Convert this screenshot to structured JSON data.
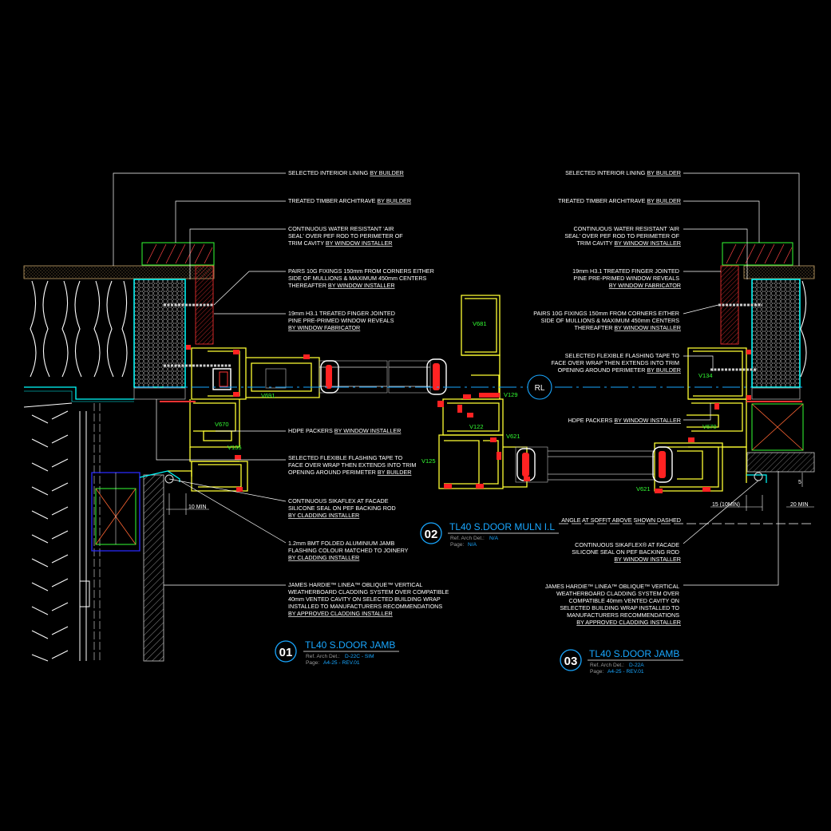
{
  "colors": {
    "background": "#000000",
    "frame": "#ffff33",
    "timber": "#ff3333",
    "insulation": "#00ffff",
    "labels": "#33ff33",
    "titles": "#19a7ff",
    "notes": "#ffffff",
    "gaskets": "#ff2222"
  },
  "detail01": {
    "notes": [
      {
        "text": "SELECTED INTERIOR LINING",
        "u": "BY BUILDER"
      },
      {
        "text": "TREATED TIMBER ARCHITRAVE",
        "u": "BY BUILDER"
      },
      {
        "l1": "CONTINUOUS WATER RESISTANT 'AIR",
        "l2": "SEAL' OVER PEF ROD TO PERIMETER OF",
        "l3": "TRIM CAVITY",
        "u": "BY WINDOW INSTALLER"
      },
      {
        "l1": "PAIRS 10G FIXINGS 150mm FROM CORNERS EITHER",
        "l2": "SIDE OF MULLIONS & MAXIMUM 450mm CENTERS",
        "l3": "THEREAFTER",
        "u": "BY WINDOW INSTALLER"
      },
      {
        "l1": "19mm H3.1 TREATED FINGER JOINTED",
        "l2": "PINE PRE-PRIMED WINDOW REVEALS",
        "u": "BY WINDOW FABRICATOR"
      },
      {
        "text": "HDPE PACKERS",
        "u": "BY WINDOW INSTALLER"
      },
      {
        "l1": "SELECTED FLEXIBLE FLASHING TAPE TO",
        "l2": "FACE OVER WRAP THEN EXTENDS INTO TRIM",
        "l3": "OPENING AROUND PERIMETER",
        "u": "BY BUILDER"
      },
      {
        "l1": "CONTINUOUS SIKAFLEX AT FACADE",
        "l2": "SILICONE SEAL ON PEF BACKING ROD",
        "u": "BY CLADDING INSTALLER"
      },
      {
        "l1": "1.2mm BMT FOLDED ALUMINIUM JAMB",
        "l2": "FLASHING COLOUR MATCHED TO JOINERY",
        "u": "BY CLADDING INSTALLER"
      },
      {
        "l1": "JAMES HARDIE™ LINEA™ OBLIQUE™ VERTICAL",
        "l2": "WEATHERBOARD CLADDING SYSTEM OVER COMPATIBLE",
        "l3": "40mm VENTED CAVITY ON SELECTED BUILDING WRAP",
        "l4": "INSTALLED TO MANUFACTURERS RECOMMENDATIONS",
        "u": "BY APPROVED CLADDING INSTALLER"
      }
    ],
    "labels": {
      "v691": "V691",
      "v670": "V670",
      "v135": "V135"
    },
    "dim": "10 MIN",
    "number": "01",
    "title": "TL40 S.DOOR JAMB",
    "ref_label": "Ref. Arch Det.:",
    "ref_value": "D-22C - SIM",
    "page_label": "Page:",
    "page_value": "A4-25 - REV.01"
  },
  "detail02": {
    "labels": {
      "v681": "V681",
      "v129": "V129",
      "v122": "V122",
      "v621": "V621",
      "v125": "V125"
    },
    "rl": "RL",
    "number": "02",
    "title": "TL40 S.DOOR MULN I.L",
    "ref_label": "Ref. Arch Det.:",
    "ref_value": "N/A",
    "page_label": "Page:",
    "page_value": "N/A"
  },
  "detail03": {
    "notes": [
      {
        "text": "SELECTED INTERIOR LINING",
        "u": "BY BUILDER"
      },
      {
        "text": "TREATED TIMBER ARCHITRAVE",
        "u": "BY BUILDER"
      },
      {
        "l1": "CONTINUOUS WATER RESISTANT 'AIR",
        "l2": "SEAL' OVER PEF ROD TO PERIMETER OF",
        "l3": "TRIM CAVITY",
        "u": "BY WINDOW INSTALLER"
      },
      {
        "l1": "19mm H3.1 TREATED FINGER JOINTED",
        "l2": "PINE PRE-PRIMED WINDOW REVEALS",
        "u": "BY WINDOW FABRICATOR"
      },
      {
        "l1": "PAIRS 10G FIXINGS 150mm FROM CORNERS EITHER",
        "l2": "SIDE OF MULLIONS & MAXIMUM 450mm CENTERS",
        "l3": "THEREAFTER",
        "u": "BY WINDOW INSTALLER"
      },
      {
        "l1": "SELECTED FLEXIBLE FLASHING TAPE TO",
        "l2": "FACE OVER WRAP THEN EXTENDS INTO TRIM",
        "l3": "OPENING AROUND PERIMETER",
        "u": "BY BUILDER"
      },
      {
        "text": "HDPE PACKERS",
        "u": "BY WINDOW INSTALLER"
      },
      {
        "text": "ANGLE AT SOFFIT ABOVE SHOWN DASHED"
      },
      {
        "l1": "CONTINUOUS SIKAFLEX® AT FACADE",
        "l2": "SILICONE SEAL ON PEF BACKING ROD",
        "u": "BY WINDOW INSTALLER"
      },
      {
        "l1": "JAMES HARDIE™ LINEA™ OBLIQUE™ VERTICAL",
        "l2": "WEATHERBOARD CLADDING SYSTEM OVER",
        "l3": "COMPATIBLE 40mm VENTED CAVITY ON",
        "l4": "SELECTED BUILDING WRAP INSTALLED TO",
        "l5": "MANUFACTURERS RECOMMENDATIONS",
        "u": "BY APPROVED CLADDING INSTALLER"
      }
    ],
    "labels": {
      "v134": "V134",
      "v670": "V670",
      "v621": "V621"
    },
    "dim1": "15 (10MIN)",
    "dim2": "20 MIN",
    "dim3": "5",
    "number": "03",
    "title": "TL40 S.DOOR JAMB",
    "ref_label": "Ref. Arch Det.:",
    "ref_value": "D-22A",
    "page_label": "Page:",
    "page_value": "A4-25 - REV.01"
  }
}
